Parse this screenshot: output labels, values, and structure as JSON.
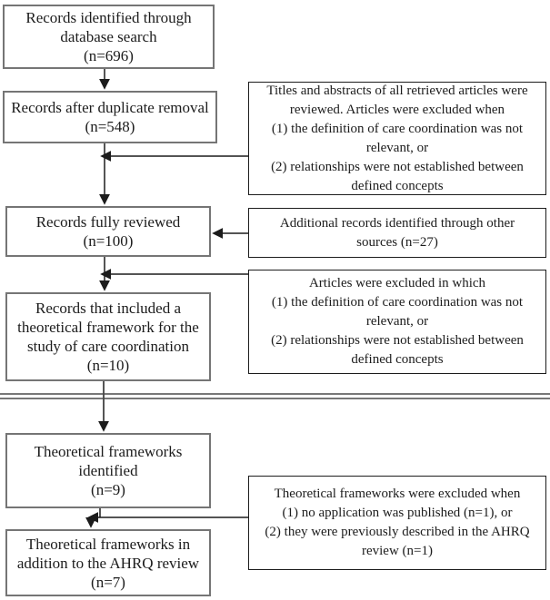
{
  "diagram": {
    "type": "flowchart",
    "nodes": {
      "records_identified": {
        "lines": [
          "Records identified through",
          "database search",
          "(n=696)"
        ]
      },
      "records_after_duplicates": {
        "lines": [
          "Records after duplicate removal",
          "(n=548)"
        ]
      },
      "records_fully_reviewed": {
        "lines": [
          "Records fully reviewed",
          "(n=100)"
        ]
      },
      "records_with_framework": {
        "lines": [
          "Records that included a",
          "theoretical framework for the",
          "study of care coordination",
          "(n=10)"
        ]
      },
      "frameworks_identified": {
        "lines": [
          "Theoretical frameworks",
          "identified",
          "(n=9)"
        ]
      },
      "frameworks_additional": {
        "lines": [
          "Theoretical frameworks in",
          "addition to the AHRQ review",
          "(n=7)"
        ]
      },
      "exclusion_titles_abstracts": {
        "lines": [
          "Titles and abstracts of all retrieved articles were",
          "reviewed. Articles were excluded when",
          "(1) the definition of care coordination was not",
          "relevant, or",
          "(2) relationships were not established between",
          "defined concepts"
        ]
      },
      "additional_records": {
        "lines": [
          "Additional records identified through other",
          "sources (n=27)"
        ]
      },
      "exclusion_articles": {
        "lines": [
          "Articles were excluded in which",
          "(1) the definition of care coordination was not",
          "relevant, or",
          "(2) relationships were not established between",
          "defined concepts"
        ]
      },
      "exclusion_frameworks": {
        "lines": [
          "Theoretical frameworks were excluded when",
          "(1) no application was published (n=1), or",
          "(2) they were previously described in the AHRQ",
          "review (n=1)"
        ]
      }
    },
    "colors": {
      "left_box_border": "#757575",
      "right_box_border": "#1c1c1c",
      "connector": "#1c1c1c",
      "divider": "#4a4a4a",
      "text": "#1c1c1c",
      "background": "#ffffff"
    }
  }
}
